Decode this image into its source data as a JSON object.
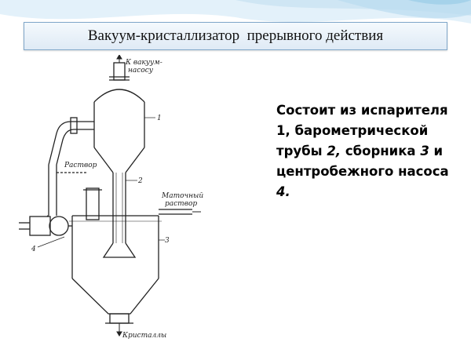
{
  "slide": {
    "title": "Вакуум-кристаллизатор  прерывного действия"
  },
  "diagram": {
    "labels": {
      "top": "К вакуум-",
      "top2": "насосу",
      "solution": "Раствор",
      "mother1": "Маточный",
      "mother2": "раствор",
      "crystals": "Кристаллы",
      "n1": "1",
      "n2": "2",
      "n3": "3",
      "n4": "4"
    }
  },
  "description": {
    "p1": "Состоит  из испарителя ",
    "n1": "1",
    "p2": ", барометрической трубы ",
    "n2": "2,",
    "p3": " сборника ",
    "n3": "3",
    "p4": " и центробежного насоса ",
    "n4": "4."
  },
  "colors": {
    "accent": "#7fa6c9",
    "wave": "#cfe6f4"
  }
}
